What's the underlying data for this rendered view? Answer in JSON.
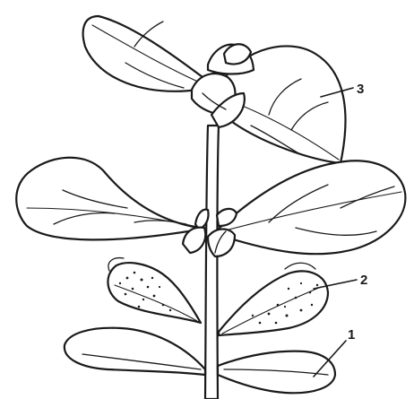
{
  "figure": {
    "labels": {
      "one": "1",
      "two": "2",
      "three": "3"
    }
  }
}
